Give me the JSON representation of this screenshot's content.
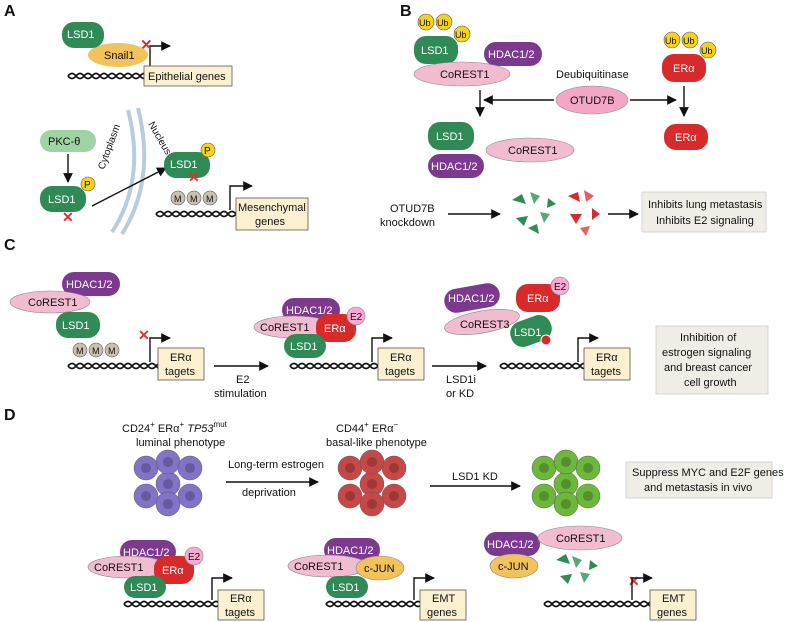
{
  "panels": {
    "a": "A",
    "b": "B",
    "c": "C",
    "d": "D"
  },
  "proteins": {
    "lsd1": "LSD1",
    "snail1": "Snail1",
    "pkc": "PKC-θ",
    "corest1": "CoREST1",
    "corest3": "CoREST3",
    "hdac": "HDAC1/2",
    "er": "ERα",
    "e2": "E2",
    "cjun": "c-JUN",
    "otud7b": "OTUD7B",
    "ub": "Ub",
    "p": "P",
    "m": "M"
  },
  "labels": {
    "epithelial": "Epithelial genes",
    "cytoplasm": "Cytoplasm",
    "nucleus": "Nucleus",
    "mesenchymal_1": "Mesenchymal",
    "mesenchymal_2": "genes",
    "deubiquitinase": "Deubiquitinase",
    "otud7b_kd_1": "OTUD7B",
    "otud7b_kd_2": "knockdown",
    "inhibits_1": "Inhibits lung metastasis",
    "inhibits_2": "Inhibits E2 signaling",
    "er_tagets_1": "ERα",
    "er_tagets_2": "tagets",
    "e2_stim_1": "E2",
    "e2_stim_2": "stimulation",
    "lsd1i_1": "LSD1i",
    "lsd1i_2": "or KD",
    "inhibition_1": "Inhibition of",
    "inhibition_2": "estrogen signaling",
    "inhibition_3": "and breast cancer",
    "inhibition_4": "cell growth",
    "luminal_pre": "CD24",
    "luminal_sup1": "+",
    "luminal_mid": " ERα",
    "luminal_sup2": "+",
    "luminal_tp53": " TP53",
    "luminal_mut": "mut",
    "luminal_2": "luminal phenotype",
    "basal_pre": "CD44",
    "basal_sup1": "+",
    "basal_mid": " ERα",
    "basal_sup2": "−",
    "basal_2": "basal-like phenotype",
    "longterm_1": "Long-term estrogen",
    "longterm_2": "deprivation",
    "lsd1_kd": "LSD1 KD",
    "suppress_1": "Suppress MYC and E2F genes",
    "suppress_2": "and metastasis in vivo",
    "emt_1": "EMT",
    "emt_2": "genes"
  },
  "colors": {
    "lsd1": "#2f8a55",
    "snail1": "#f2c25c",
    "pkc": "#9fd3a3",
    "corest": "#f2bcd0",
    "hdac": "#7c3a8e",
    "er": "#d72a2a",
    "e2": "#f7a9d3",
    "otud7b": "#f4a6c6",
    "ub": "#f6d21f",
    "methyl": "#c9c0b0",
    "cjun": "#f2c25c",
    "luminal_cell": "#8373c8",
    "basal_cell": "#c84848",
    "green_cell": "#6cb83a",
    "x_mark": "#e03030"
  }
}
